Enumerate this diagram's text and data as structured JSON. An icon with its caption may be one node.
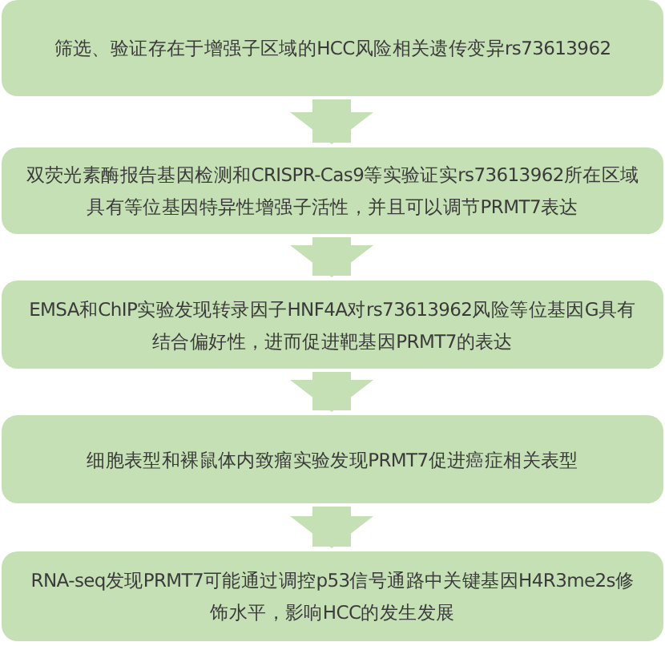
{
  "diagram": {
    "nodes": [
      {
        "text": [
          "筛选、验证存在于增强子区域的HCC风险相关遗传变异rs73613962"
        ]
      },
      {
        "text": [
          "双荧光素酶报告基因检测和CRISPR-Cas9等实验证实rs73613962所在区域具有等位基因特异性增强子活性，并且可以调节PRMT7表达"
        ]
      },
      {
        "text": [
          "EMSA和ChIP实验发现转录因子HNF4A对rs73613962风险等位基因G具有结合偏好性，进而促进靶基因PRMT7的表达"
        ]
      },
      {
        "text": [
          "细胞表型和裸鼠体内致瘤实验发现PRMT7促进癌症相关表型"
        ]
      },
      {
        "text": [
          "RNA-seq发现PRMT7可能通过调控p53信号通路中关键基因H4R3me2s修饰水平，影响HCC的发生发展"
        ]
      }
    ],
    "edges": [
      {
        "from": 0,
        "to": 1,
        "arrow": "to"
      },
      {
        "from": 1,
        "to": 2,
        "arrow": "to"
      },
      {
        "from": 2,
        "to": 3,
        "arrow": "to"
      },
      {
        "from": 3,
        "to": 4,
        "arrow": "to"
      }
    ]
  }
}
